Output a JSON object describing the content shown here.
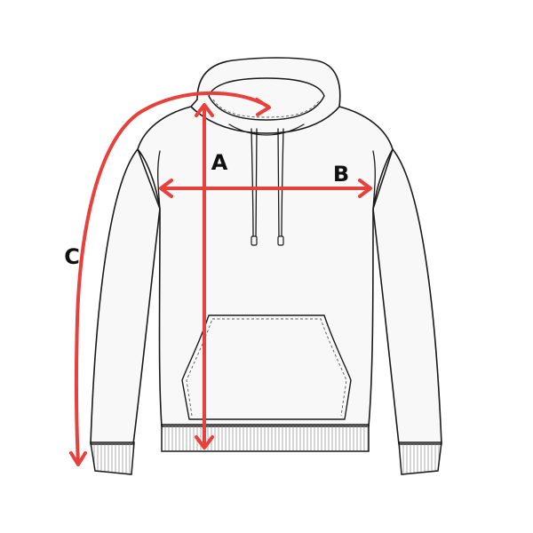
{
  "diagram": {
    "measurements": [
      {
        "id": "A",
        "label": "A"
      },
      {
        "id": "B",
        "label": "B"
      },
      {
        "id": "C",
        "label": "C"
      }
    ],
    "colors": {
      "arrow": "#e8413c",
      "outline": "#1a1a1a",
      "garment_fill": "#f8f8f8",
      "label": "#111111"
    }
  }
}
